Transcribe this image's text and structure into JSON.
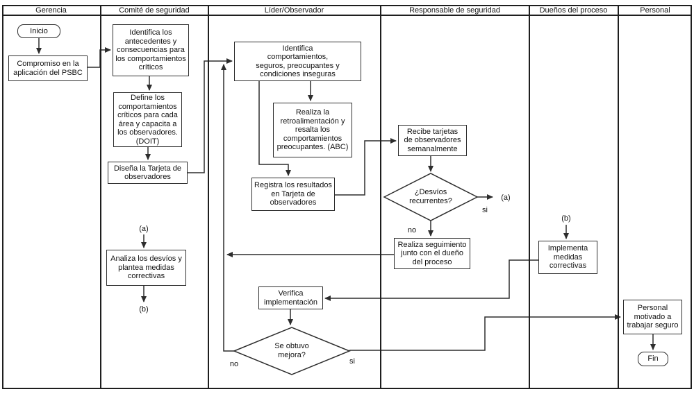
{
  "lanes": [
    {
      "label": "Gerencia"
    },
    {
      "label": "Comité de seguridad"
    },
    {
      "label": "Líder/Observador"
    },
    {
      "label": "Responsable de seguridad"
    },
    {
      "label": "Dueños del proceso"
    },
    {
      "label": "Personal"
    }
  ],
  "nodes": {
    "inicio": "Inicio",
    "compromiso": "Compromiso en la aplicación del PSBC",
    "identifica_antecedentes": "Identifica los antecedentes y consecuencias para los comportamientos críticos",
    "define_comportamientos": "Define los comportamientos críticos para cada área y capacita a los observadores. (DOIT)",
    "disena_tarjeta": "Diseña la Tarjeta de observadores",
    "analiza_desvios": "Analiza los desvíos y plantea medidas correctivas",
    "identifica_comportamientos": "Identifica comportamientos, seguros, preocupantes y condiciones inseguras",
    "realiza_retroalimentacion": "Realiza la retroalimentación y resalta los comportamientos preocupantes. (ABC)",
    "registra_resultados": "Registra los resultados en Tarjeta de observadores",
    "verifica_implementacion": "Verifica implementación",
    "se_obtuvo_mejora": "Se obtuvo mejora?",
    "recibe_tarjetas": "Recibe tarjetas de observadores semanalmente",
    "desvios_recurrentes": "¿Desvíos recurrentes?",
    "realiza_seguimiento": "Realiza seguimiento junto con el dueño del proceso",
    "implementa_medidas": "Implementa medidas correctivas",
    "personal_motivado": "Personal motivado a trabajar seguro",
    "fin": "Fin"
  },
  "labels": {
    "yes": "si",
    "no": "no",
    "ref_a": "(a)",
    "ref_b": "(b)"
  },
  "colors": {
    "line": "#2d2d2d",
    "box_border": "#2d2d2d",
    "background": "#ffffff",
    "text": "#111111"
  }
}
